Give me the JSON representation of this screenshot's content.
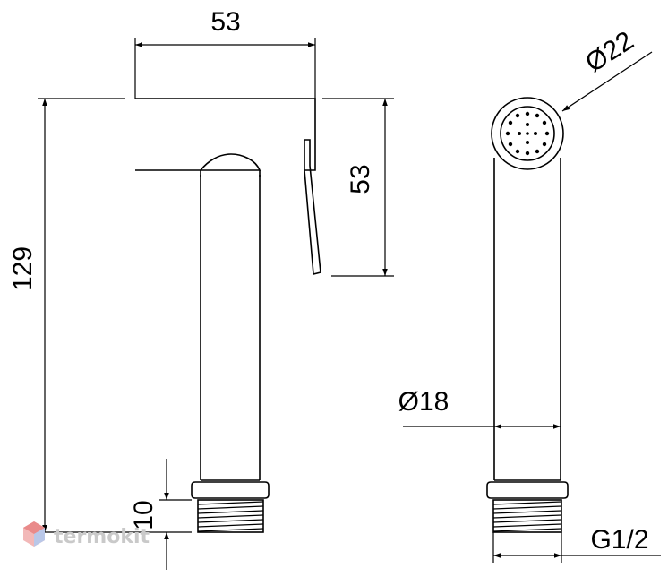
{
  "dimensions": {
    "top_width": "53",
    "head_height": "53",
    "total_height": "129",
    "thread_height": "10",
    "head_diameter": "Ø22",
    "body_diameter": "Ø18",
    "thread_size": "G1/2"
  },
  "watermark": {
    "text": "termokit"
  }
}
